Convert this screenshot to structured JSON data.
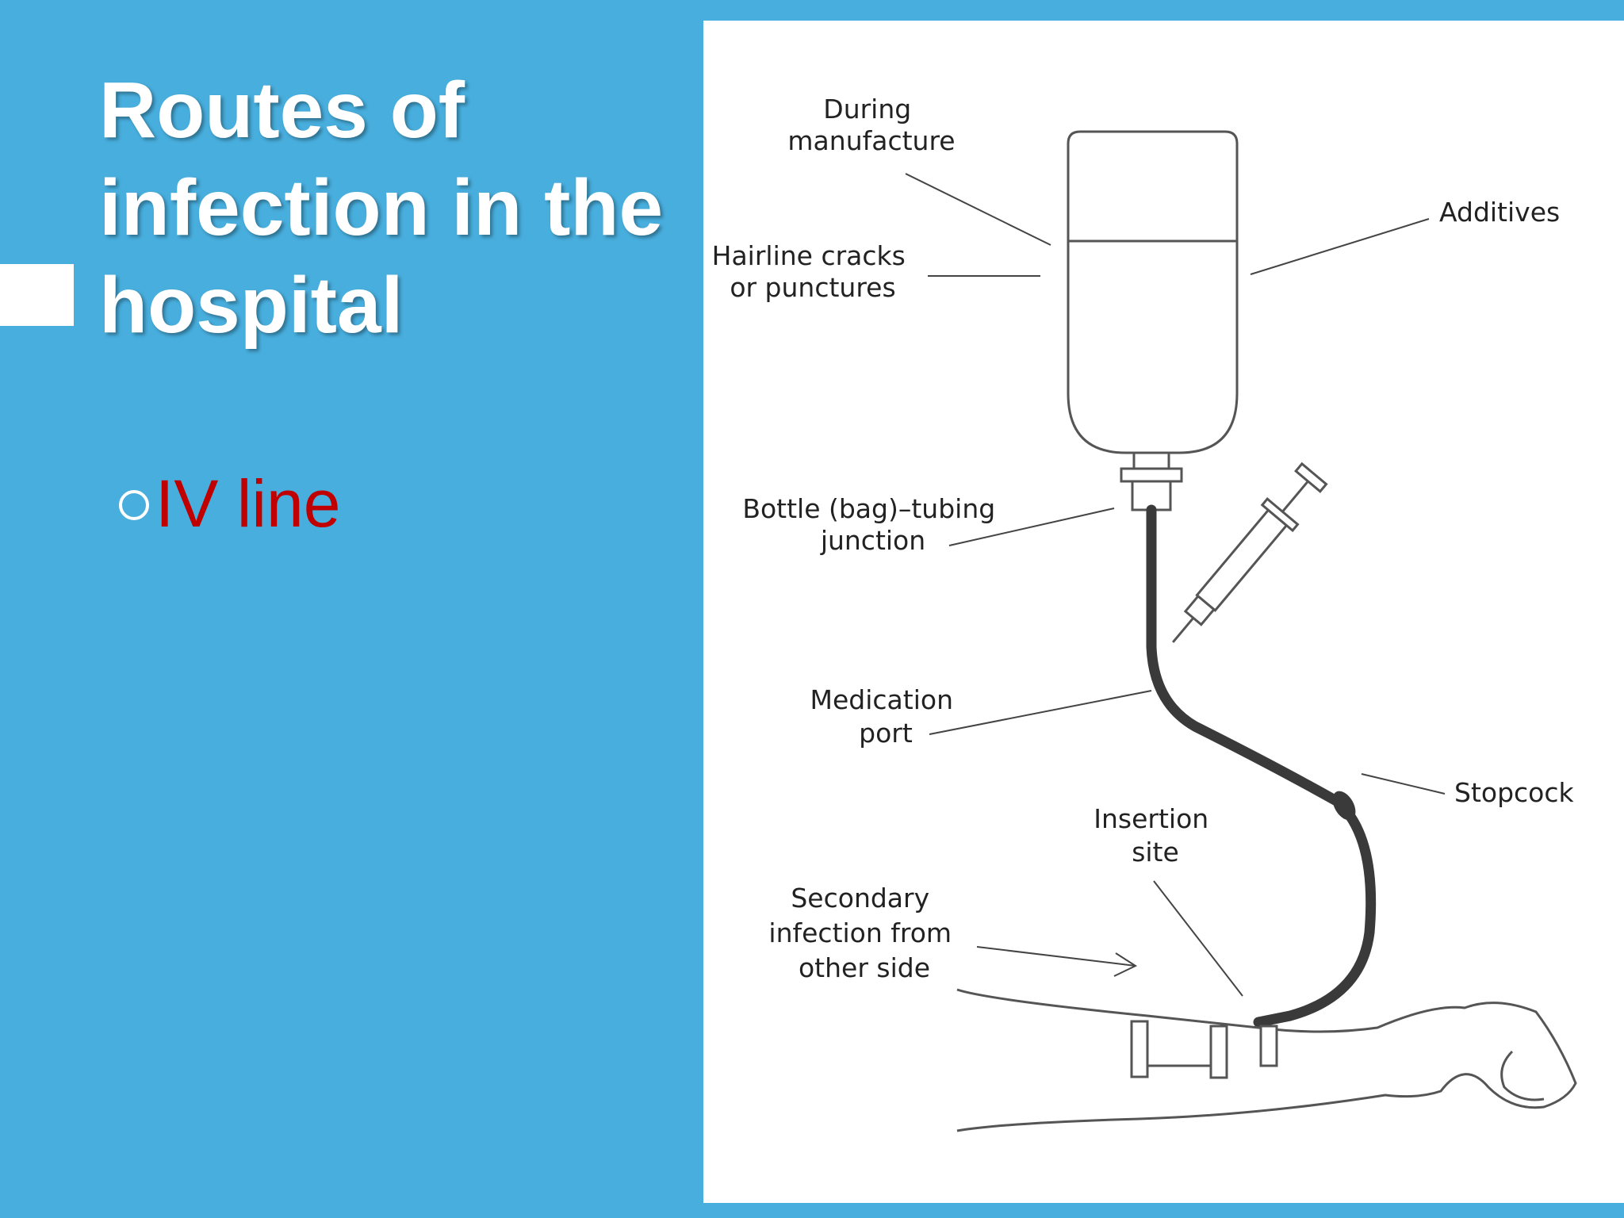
{
  "slide": {
    "title": "Routes of infection in the hospital",
    "bullets": [
      "IV line"
    ]
  },
  "diagram": {
    "labels": {
      "during_manufacture": [
        "During",
        "manufacture"
      ],
      "hairline_cracks": [
        "Hairline cracks",
        "or punctures"
      ],
      "additives": [
        "Additives"
      ],
      "bottle_junction": [
        "Bottle (bag)–tubing",
        "junction"
      ],
      "medication_port": [
        "Medication",
        "port"
      ],
      "stopcock": [
        "Stopcock"
      ],
      "insertion_site": [
        "Insertion",
        "site"
      ],
      "secondary_infection": [
        "Secondary",
        "infection from",
        "other side"
      ]
    }
  },
  "colors": {
    "background": "#48aedd",
    "title": "#ffffff",
    "bullet_text": "#c00000",
    "panel": "#ffffff"
  }
}
